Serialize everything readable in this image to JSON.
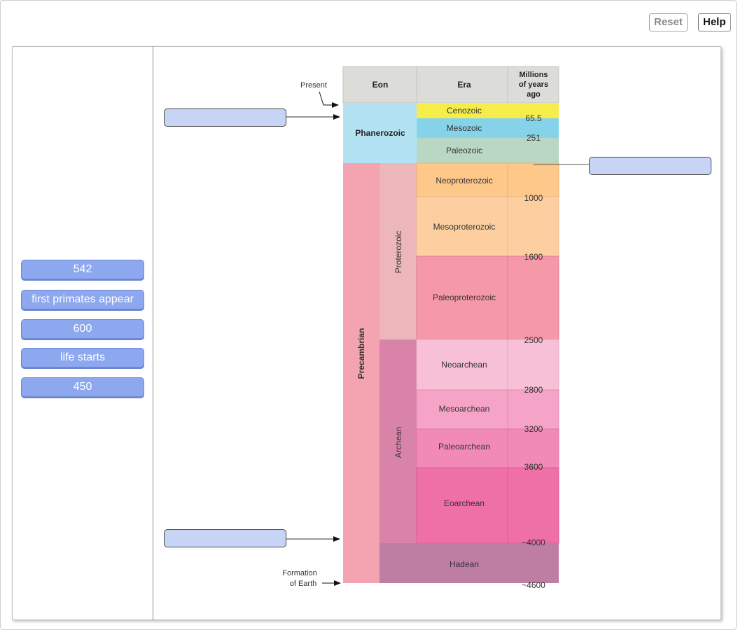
{
  "toolbar": {
    "reset_label": "Reset",
    "help_label": "Help"
  },
  "chips": [
    "542",
    "first primates appear",
    "600",
    "life starts",
    "450"
  ],
  "table": {
    "headers": {
      "eon": "Eon",
      "era": "Era",
      "mya_line1": "Millions",
      "mya_line2": "of years",
      "mya_line3": "ago"
    },
    "present_label": "Present",
    "formation_line1": "Formation",
    "formation_line2": "of Earth",
    "eons": {
      "phanerozoic": "Phanerozoic",
      "precambrian": "Precambrian",
      "proterozoic": "Proterozoic",
      "archean": "Archean"
    },
    "eras": {
      "cenozoic": "Cenozoic",
      "mesozoic": "Mesozoic",
      "paleozoic": "Paleozoic",
      "neoproterozoic": "Neoproterozoic",
      "mesoproterozoic": "Mesoproterozoic",
      "paleoproterozoic": "Paleoproterozoic",
      "neoarchean": "Neoarchean",
      "mesoarchean": "Mesoarchean",
      "paleoarchean": "Paleoarchean",
      "eoarchean": "Eoarchean",
      "hadean": "Hadean"
    },
    "years": {
      "y65": "65.5",
      "y251": "251",
      "y1000": "1000",
      "y1600": "1600",
      "y2500": "2500",
      "y2800": "2800",
      "y3200": "3200",
      "y3600": "3600",
      "y4000": "~4000",
      "y4600": "~4600"
    }
  },
  "colors": {
    "header": "#dcdcd8",
    "phanerozoic": "#b3e3f3",
    "cenozoic": "#f5ee4a",
    "mesozoic": "#86d2e8",
    "paleozoic": "#b9d8c4",
    "precambrian": "#f4a3b0",
    "proterozoic": "#ecb6ba",
    "archean": "#da83a8",
    "neoproterozoic": "#fdc88a",
    "mesoproterozoic": "#fdcfa0",
    "paleoproterozoic": "#f598a8",
    "neoarchean": "#f7c0d7",
    "mesoarchean": "#f5a3c6",
    "paleoarchean": "#f28ab8",
    "eoarchean": "#ef6fa7",
    "hadean": "#be7ea4",
    "chip": "#8ea8ef",
    "target": "#c7d4f5"
  }
}
